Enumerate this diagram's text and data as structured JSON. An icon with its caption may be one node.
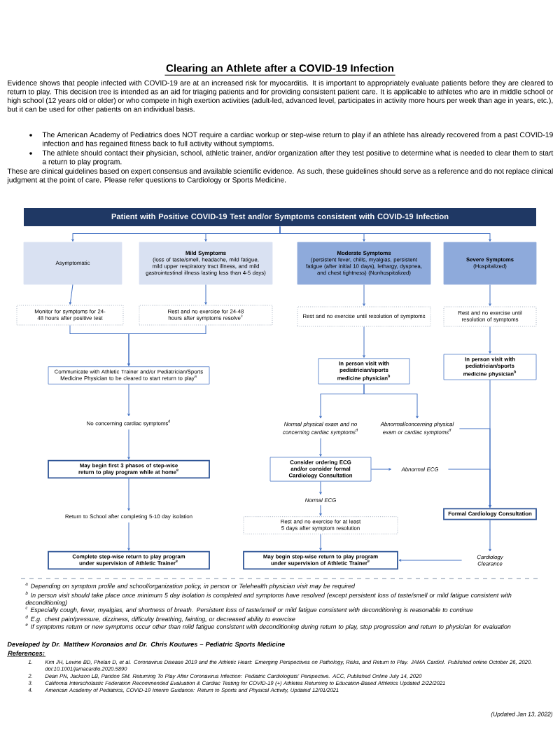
{
  "diagram": {
    "title": "Clearing an Athlete after a COVID-19 Infection",
    "nodes": [
      {
        "text": [
          "Patient with Positive COVID-19 Test and/or Symptoms consistent with COVID-19 Infection"
        ]
      },
      {
        "text": [
          "Asymptomatic"
        ]
      },
      {
        "text": [
          "Mild Symptoms",
          "(loss of taste/smell, headache, mild fatigue, mild upper respiratory tract illness, and mild gastrointestinal illness lasting less than 4-5 days)"
        ]
      },
      {
        "text": [
          "Moderate Symptoms",
          "(persistent fever, chills, myalgias, persistent fatigue (after initial 10 days), lethargy, dyspnea, and chest tightness) (Nonhospitalized)"
        ]
      },
      {
        "text": [
          "Severe Symptoms",
          "(Hospitalized)"
        ]
      },
      {
        "text": [
          "Monitor for symptoms for 24-48 hours after positive test"
        ]
      },
      {
        "text": [
          "Rest and no exercise for 24-48 hours after symptoms resolve$^{c}$"
        ]
      },
      {
        "text": [
          "Rest and no exercise until resolution of symptoms"
        ]
      },
      {
        "text": [
          "Rest and no exercise until resolution of symptoms"
        ]
      },
      {
        "text": [
          "Communicate with Athletic Trainer and/or Pediatrician/Sports Medicine Physician to be cleared to start return to play$^{a}$"
        ]
      },
      {
        "text": [
          "In person visit with pediatrician/sports medicine physician$^{b}$"
        ]
      },
      {
        "text": [
          "In person visit with pediatrician/sports medicine physician$^{b}$"
        ]
      },
      {
        "text": [
          "No concerning cardiac symptoms$^{d}$"
        ]
      },
      {
        "text": [
          "Normal physical exam and no concerning cardiac symptoms$^{d}$"
        ]
      },
      {
        "text": [
          "Abnormal/concerning physical exam or cardiac symptoms$^{d}$"
        ]
      },
      {
        "text": [
          "May begin first 3 phases of step-wise return to play program while at home$^{e}$"
        ]
      },
      {
        "text": [
          "Consider ordering ECG and/or consider formal Cardiology Consultation"
        ]
      },
      {
        "text": [
          "Abnormal ECG"
        ]
      },
      {
        "text": [
          "Normal ECG"
        ]
      },
      {
        "text": [
          "Return to School after completing 5-10 day isolation"
        ]
      },
      {
        "text": [
          "Rest and no exercise for at least 5 days after symptom resolution"
        ]
      },
      {
        "text": [
          "Formal Cardiology Consultation"
        ]
      },
      {
        "text": [
          "Complete step-wise return to play program under supervision of Athletic Trainer$^{e}$"
        ]
      },
      {
        "text": [
          "May begin step-wise return to play program under supervision of Athletic Trainer$^{e}$"
        ]
      },
      {
        "text": [
          "Cardiology Clearance"
        ]
      }
    ],
    "edges": [
      {
        "from": 0,
        "to": 1,
        "arrow": "to"
      },
      {
        "from": 0,
        "to": 2,
        "arrow": "to"
      },
      {
        "from": 0,
        "to": 3,
        "arrow": "to"
      },
      {
        "from": 0,
        "to": 4,
        "arrow": "to"
      },
      {
        "from": 1,
        "to": 5,
        "arrow": "to"
      },
      {
        "from": 2,
        "to": 6,
        "arrow": "to"
      },
      {
        "from": 3,
        "to": 7,
        "arrow": "to"
      },
      {
        "from": 4,
        "to": 8,
        "arrow": "to"
      },
      {
        "from": 5,
        "to": 9,
        "arrow": "to"
      },
      {
        "from": 6,
        "to": 9,
        "arrow": "to"
      },
      {
        "from": 7,
        "to": 10,
        "arrow": "to"
      },
      {
        "from": 8,
        "to": 11,
        "arrow": "to"
      },
      {
        "from": 9,
        "to": 12,
        "arrow": "to"
      },
      {
        "from": 12,
        "to": 15,
        "arrow": "to"
      },
      {
        "from": 10,
        "to": 13,
        "arrow": "to"
      },
      {
        "from": 10,
        "to": 14,
        "arrow": "to"
      },
      {
        "from": 13,
        "to": 16,
        "arrow": "to"
      },
      {
        "from": 16,
        "to": 17,
        "arrow": "to"
      },
      {
        "from": 16,
        "to": 18,
        "arrow": "to"
      },
      {
        "from": 14,
        "to": 21,
        "arrow": "to"
      },
      {
        "from": 17,
        "to": 21,
        "arrow": "to"
      },
      {
        "from": 11,
        "to": 21,
        "arrow": "to"
      },
      {
        "from": 15,
        "to": 19,
        "arrow": "to"
      },
      {
        "from": 19,
        "to": 22,
        "arrow": "to"
      },
      {
        "from": 18,
        "to": 20,
        "arrow": "to"
      },
      {
        "from": 20,
        "to": 23,
        "arrow": "to"
      },
      {
        "from": 21,
        "to": 24,
        "arrow": "to"
      },
      {
        "from": 24,
        "to": 23,
        "arrow": "to"
      }
    ],
    "labels": [
      "Evidence shows that people infected with COVID-19 are at an increased risk for myocarditis. It is important to appropriately evaluate patients before they are cleared to return to play. This decision tree is intended as an aid for triaging patients and for providing consistent patient care. It is applicable to athletes who are in middle school or high school (12 years old or older) or who compete in high exertion activities (adult-led, advanced level, participates in activity more hours per week than age in years, etc.), but it can be used for other patients on an individual basis.",
      "The American Academy of Pediatrics does NOT require a cardiac workup or step-wise return to play if an athlete has already recovered from a past COVID-19 infection and has regained fitness back to full activity without symptoms.",
      "The athlete should contact their physician, school, athletic trainer, and/or organization after they test positive to determine what is needed to clear them to start a return to play program.",
      "These are clinical guidelines based on expert consensus and available scientific evidence. As such, these guidelines should serve as a reference and do not replace clinical judgment at the point of care. Please refer questions to Cardiology or Sports Medicine.",
      "$^{a}$ Depending on symptom profile and school/organization policy, in person or Telehealth physician visit may be required",
      "$^{b}$ In person visit should take place once minimum 5 day isolation is completed and symptoms have resolved (except persistent loss of taste/smell or mild fatigue consistent with deconditioning)",
      "$^{c}$ Especially cough, fever, myalgias, and shortness of breath. Persistent loss of taste/smell or mild fatigue consistent with deconditioning is reasonable to continue",
      "$^{d}$ E.g. chest pain/pressure, dizziness, difficulty breathing, fainting, or decreased ability to exercise",
      "$^{e}$ If symptoms return or new symptoms occur other than mild fatigue consistent with deconditioning during return to play, stop progression and return to physician for evaluation",
      "Developed by Dr. Matthew Koronaios and Dr. Chris Koutures – Pediatric Sports Medicine",
      "References:",
      "1.",
      "Kim JH, Levine BD, Phelan D, et al. Coronavirus Disease 2019 and the Athletic Heart: Emerging Perspectives on Pathology, Risks, and Return to Play. JAMA Cardiol. Published online October 26, 2020. doi:10.1001/jamacardio.2020.5890",
      "2.",
      "Dean PN, Jackson LB, Paridon SM. Returning To Play After Coronavirus Infection: Pediatric Cardiologists' Perspective. ACC, Published Online July 14, 2020",
      "3.",
      "California Interscholastic Federation Recommended Evaluation & Cardiac Testing for COVID-19 (+) Athletes Returning to Education-Based Athletics Updated 2/22/2021",
      "4.",
      "American Academy of Pediatrics, COVID-19 Interim Guidance: Return to Sports and Physical Activity, Updated 12/01/2021",
      "(Updated Jan 13, 2022)"
    ]
  }
}
